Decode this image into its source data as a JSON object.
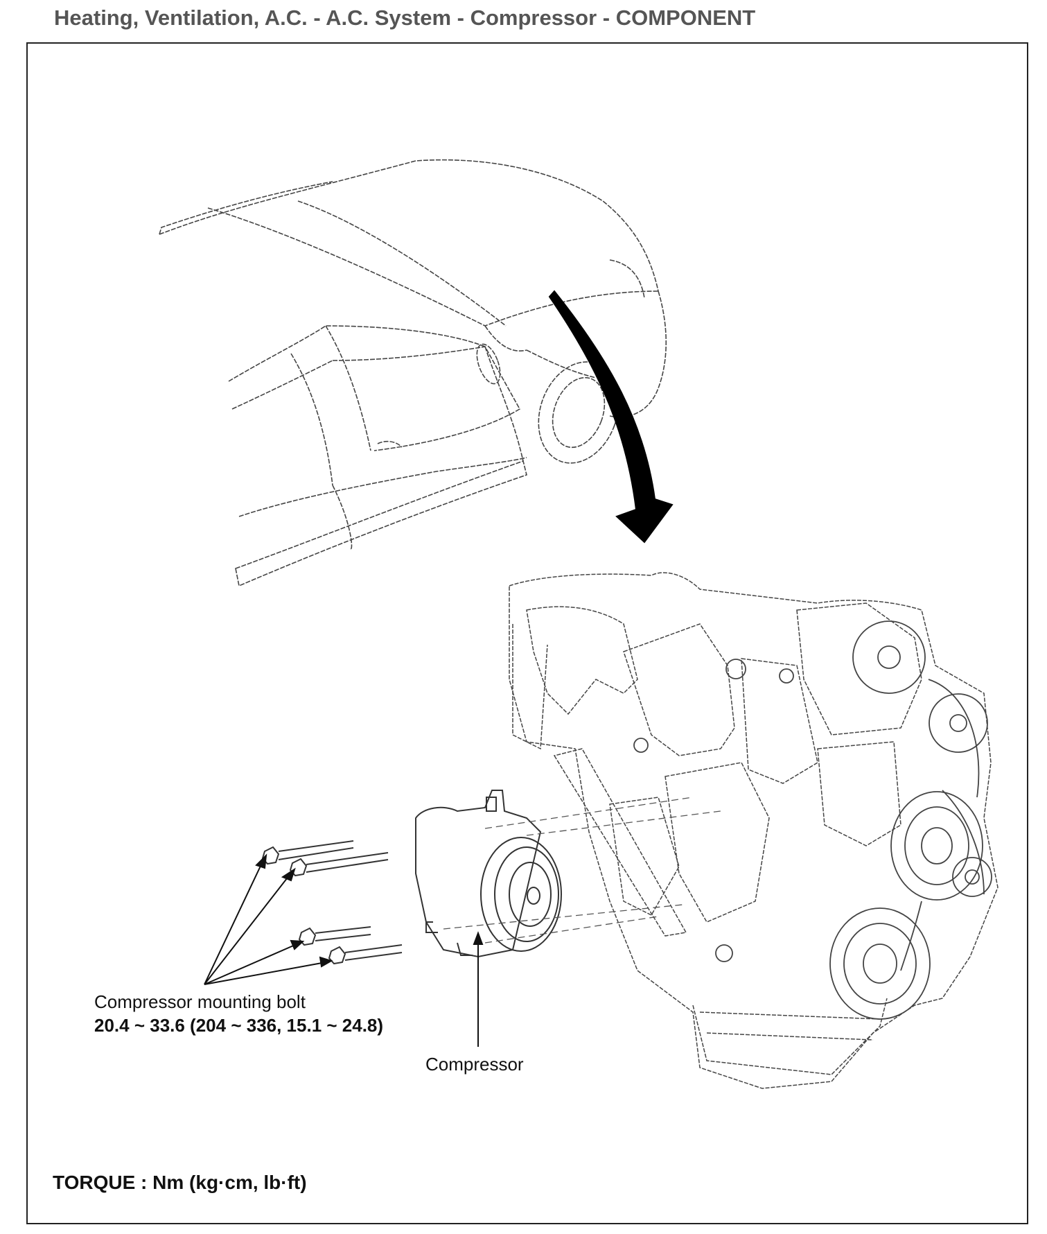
{
  "header": {
    "title": "Heating, Ventilation, A.C. - A.C. System - Compressor - COMPONENT"
  },
  "callouts": {
    "bolt_label": "Compressor mounting bolt",
    "bolt_torque": "20.4 ~ 33.6 (204 ~ 336, 15.1 ~ 24.8)",
    "compressor_label": "Compressor"
  },
  "footer": {
    "torque_units": "TORQUE : Nm (kg·cm, lb·ft)"
  },
  "colors": {
    "line": "#333333",
    "title": "#555555"
  }
}
